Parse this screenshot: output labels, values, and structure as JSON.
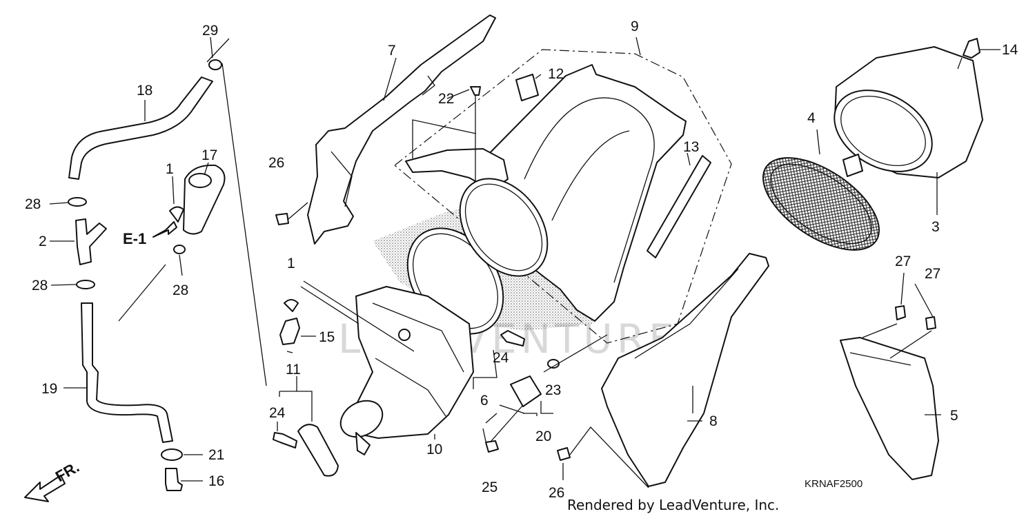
{
  "diagram": {
    "code": "KRNAF2500",
    "credit": "Rendered by LeadVenture, Inc.",
    "watermark": "LEADVENTURE",
    "front_marker": "FR.",
    "ref_label": "E-1"
  },
  "callouts": {
    "c1a": "1",
    "c1b": "1",
    "c2": "2",
    "c3": "3",
    "c4": "4",
    "c5": "5",
    "c6": "6",
    "c7": "7",
    "c8": "8",
    "c9": "9",
    "c10": "10",
    "c11": "11",
    "c12": "12",
    "c13": "13",
    "c14": "14",
    "c15": "15",
    "c16": "16",
    "c17": "17",
    "c18": "18",
    "c19": "19",
    "c20": "20",
    "c21": "21",
    "c22": "22",
    "c23": "23",
    "c24a": "24",
    "c24b": "24",
    "c25": "25",
    "c26a": "26",
    "c26b": "26",
    "c27a": "27",
    "c27b": "27",
    "c28a": "28",
    "c28b": "28",
    "c28c": "28",
    "c29": "29"
  }
}
